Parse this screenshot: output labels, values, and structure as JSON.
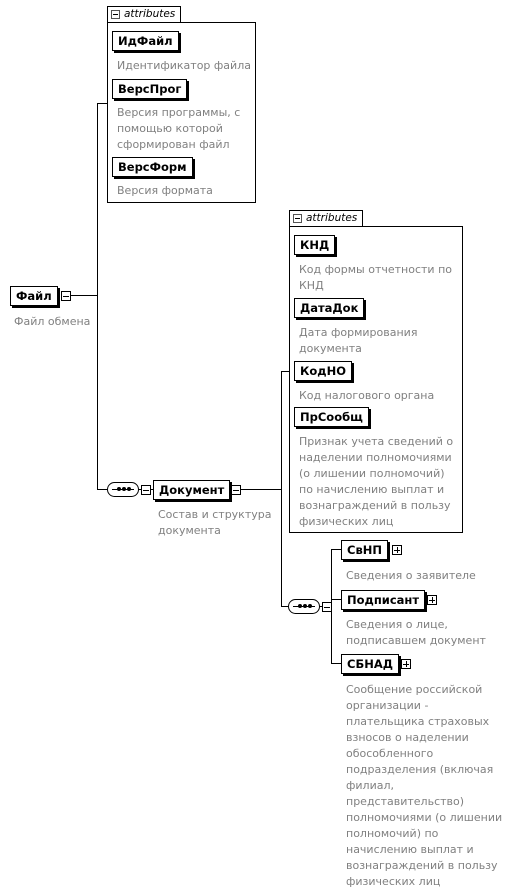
{
  "root": {
    "name": "Файл",
    "description": "Файл обмена"
  },
  "attrs_label": "attributes",
  "file_attributes": [
    {
      "name": "ИдФайл",
      "description": [
        "Идентификатор файла"
      ]
    },
    {
      "name": "ВерсПрог",
      "description": [
        "Версия программы, с",
        "помощью которой",
        "сформирован файл"
      ]
    },
    {
      "name": "ВерсФорм",
      "description": [
        "Версия формата"
      ]
    }
  ],
  "document": {
    "name": "Документ",
    "description": [
      "Состав и структура",
      "документа"
    ]
  },
  "doc_attributes": [
    {
      "name": "КНД",
      "description": [
        "Код формы отчетности по",
        "КНД"
      ]
    },
    {
      "name": "ДатаДок",
      "description": [
        "Дата формирования",
        "документа"
      ]
    },
    {
      "name": "КодНО",
      "description": [
        "Код налогового органа"
      ]
    },
    {
      "name": "ПрСообщ",
      "description": [
        "Признак учета сведений о",
        "наделении полномочиями",
        "(о лишении полномочий)",
        "по начислению выплат и",
        "вознаграждений в пользу",
        "физических лиц"
      ]
    }
  ],
  "doc_children": [
    {
      "name": "СвНП",
      "description": [
        "Сведения о заявителе"
      ]
    },
    {
      "name": "Подписант",
      "description": [
        "Сведения о лице,",
        "подписавшем документ"
      ]
    },
    {
      "name": "СБНАД",
      "description": [
        "Сообщение российской",
        "организации -",
        "плательщика страховых",
        "взносов о наделении",
        "обособленного",
        "подразделения (включая",
        "филиал,",
        "представительство)",
        "полномочиями (о лишении",
        "полномочий) по",
        "начислению выплат и",
        "вознаграждений в пользу",
        "физических лиц"
      ]
    }
  ]
}
